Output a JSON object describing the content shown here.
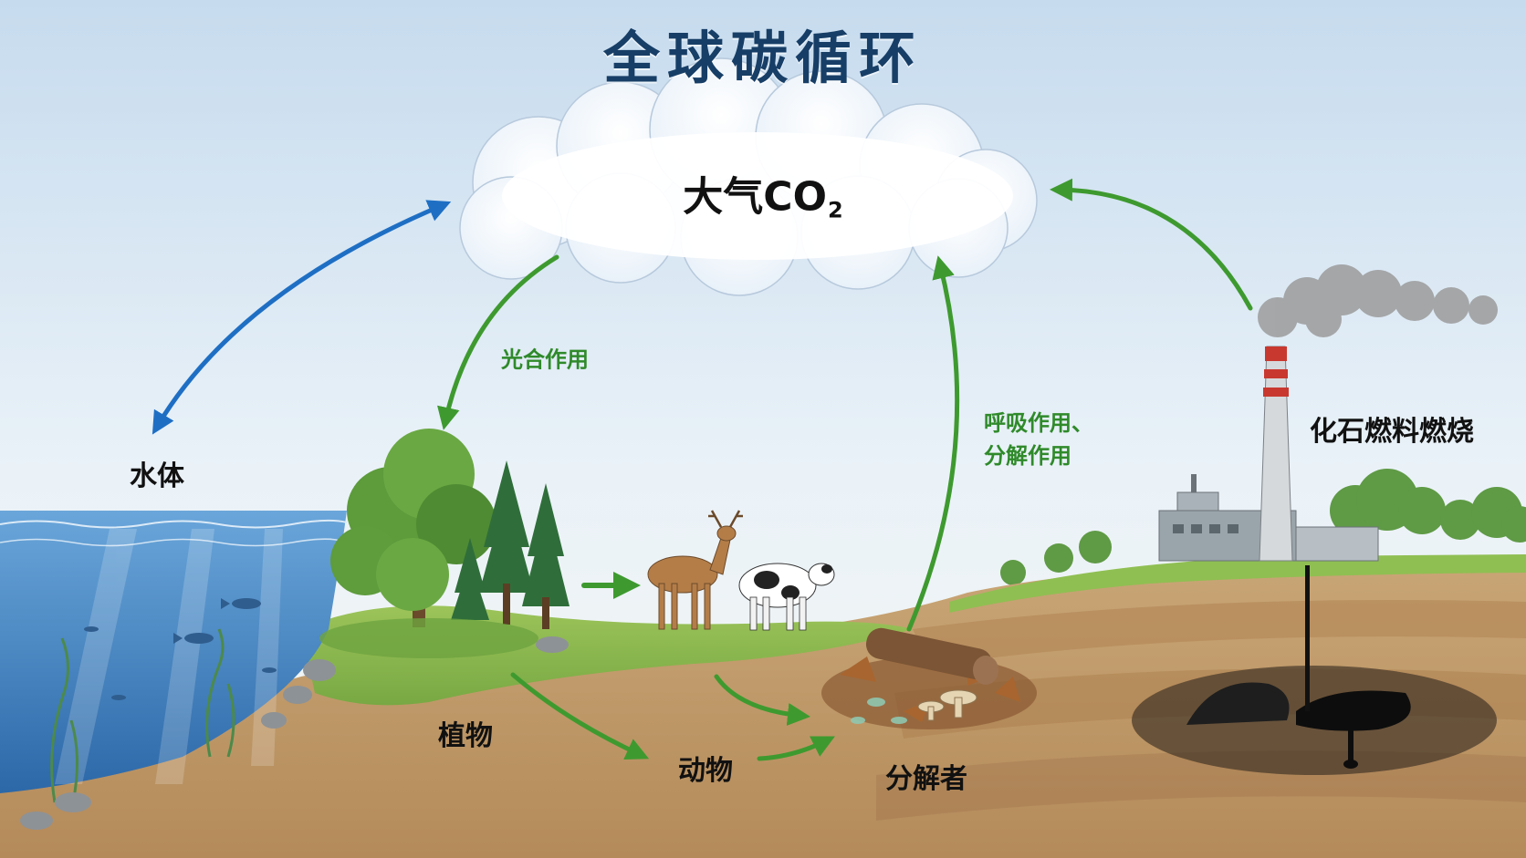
{
  "title": "全球碳循环",
  "atmosphere": {
    "label_main": "大气CO",
    "label_sub": "2"
  },
  "nodes": {
    "water": "水体",
    "plants": "植物",
    "animals": "动物",
    "decomposers": "分解者",
    "fossil_fuels": "化石燃料燃烧"
  },
  "processes": {
    "photosynthesis": "光合作用",
    "respiration_line1": "呼吸作用、",
    "respiration_line2": "分解作用"
  },
  "colors": {
    "title": "#173e66",
    "exchange_arrow": "#1e6fc4",
    "flow_arrow": "#3e9a2f",
    "process_text": "#2f8a2a",
    "sky_top": "#c9ddef",
    "water": "#3f83c2",
    "soil": "#c8a577",
    "grass": "#86b64b"
  }
}
